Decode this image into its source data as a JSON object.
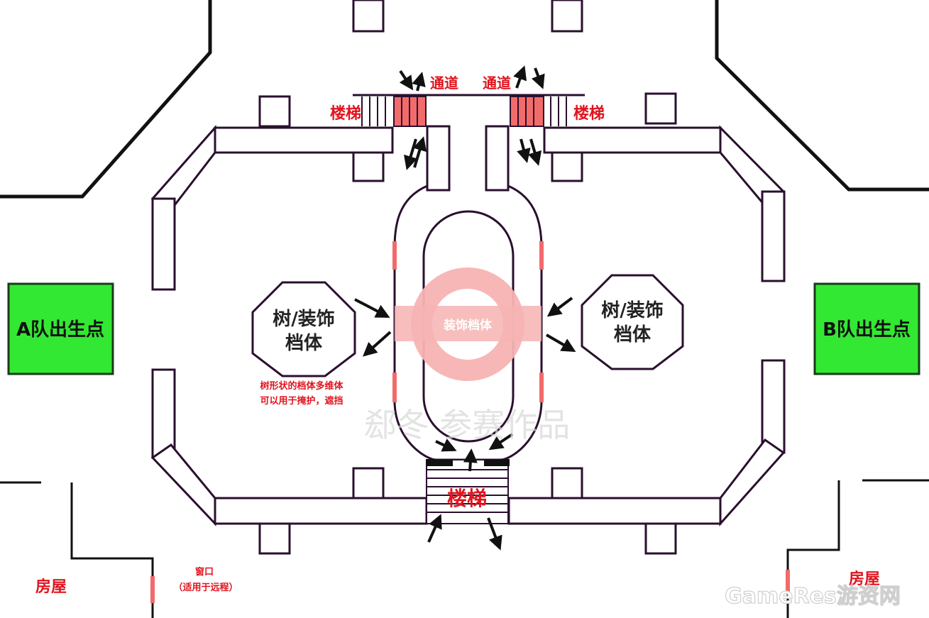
{
  "map": {
    "spawn_a": {
      "label": "A队出生点",
      "color": "#33e833"
    },
    "spawn_b": {
      "label": "B队出生点",
      "color": "#33e833"
    },
    "stairs_left": "楼梯",
    "stairs_right": "楼梯",
    "stairs_bottom": "楼梯",
    "passage_left": "通道",
    "passage_right": "通道",
    "cover_left": {
      "line1": "树/装饰",
      "line2": "档体"
    },
    "cover_right": {
      "line1": "树/装饰",
      "line2": "档体"
    },
    "center_decoration": "装饰档体",
    "tree_note": {
      "line1": "树形状的档体多维体",
      "line2": "可以用于掩护，遮挡"
    },
    "house_left": "房屋",
    "house_right": "房屋",
    "window": {
      "line1": "窗口",
      "line2": "（适用于远程）"
    },
    "watermark": "郄冬 参赛作品",
    "brand": "GameRes游资网"
  },
  "colors": {
    "wall": "#2a0f2e",
    "highlight": "#e0141e",
    "stair_fill": "#f26b6b",
    "deco_pink": "#f7b3b3",
    "spawn_green": "#33e833"
  }
}
